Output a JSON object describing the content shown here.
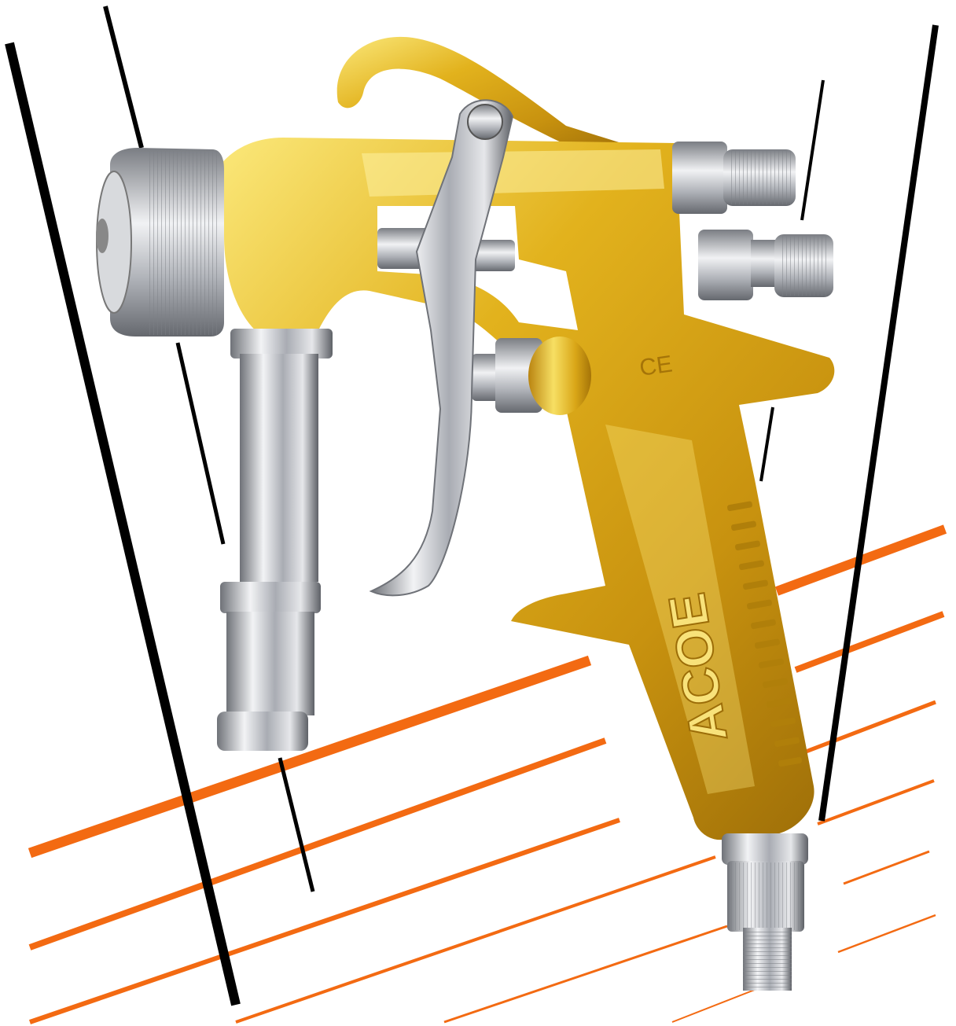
{
  "image": {
    "subject": "spray-gun-photo",
    "brand_text": "ACOE",
    "mark_text": "CE"
  },
  "colors": {
    "background": "#ffffff",
    "body_gold": "#e2b21d",
    "gold_light": "#fbe87a",
    "gold_dark": "#9c6d08",
    "chrome": "#c9cbd0",
    "chrome_dark": "#6f7278",
    "stripe_orange": "#f36a12",
    "stripe_black": "#000000"
  }
}
